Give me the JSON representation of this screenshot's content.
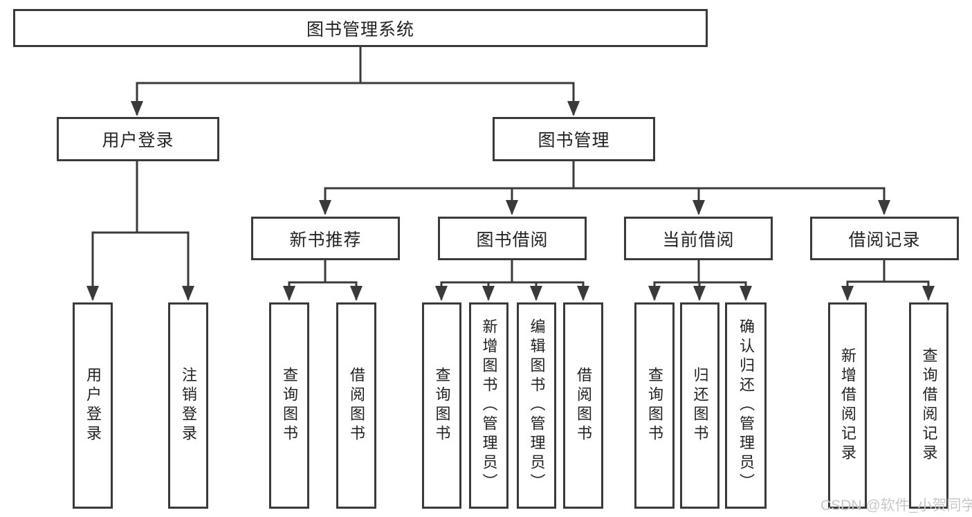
{
  "diagram_title": "图书管理系统",
  "colors": {
    "line": "#3a3a3a",
    "box_border": "#3a3a3a",
    "text": "#222222",
    "background": "#ffffff",
    "watermark": "#c8c8c8"
  },
  "watermark": {
    "text": "CSDN @软件_小贺同学"
  },
  "tree": {
    "label": "图书管理系统",
    "children": [
      {
        "label": "用户登录",
        "children": [
          {
            "label": "用户登录"
          },
          {
            "label": "注销登录"
          }
        ]
      },
      {
        "label": "图书管理",
        "children": [
          {
            "label": "新书推荐",
            "children": [
              {
                "label": "查询图书"
              },
              {
                "label": "借阅图书"
              }
            ]
          },
          {
            "label": "图书借阅",
            "children": [
              {
                "label": "查询图书"
              },
              {
                "label": "新增图书（管理员）"
              },
              {
                "label": "编辑图书（管理员）"
              },
              {
                "label": "借阅图书"
              }
            ]
          },
          {
            "label": "当前借阅",
            "children": [
              {
                "label": "查询图书"
              },
              {
                "label": "归还图书"
              },
              {
                "label": "确认归还（管理员）"
              }
            ]
          },
          {
            "label": "借阅记录",
            "children": [
              {
                "label": "新增借阅记录"
              },
              {
                "label": "查询借阅记录"
              }
            ]
          }
        ]
      }
    ]
  }
}
